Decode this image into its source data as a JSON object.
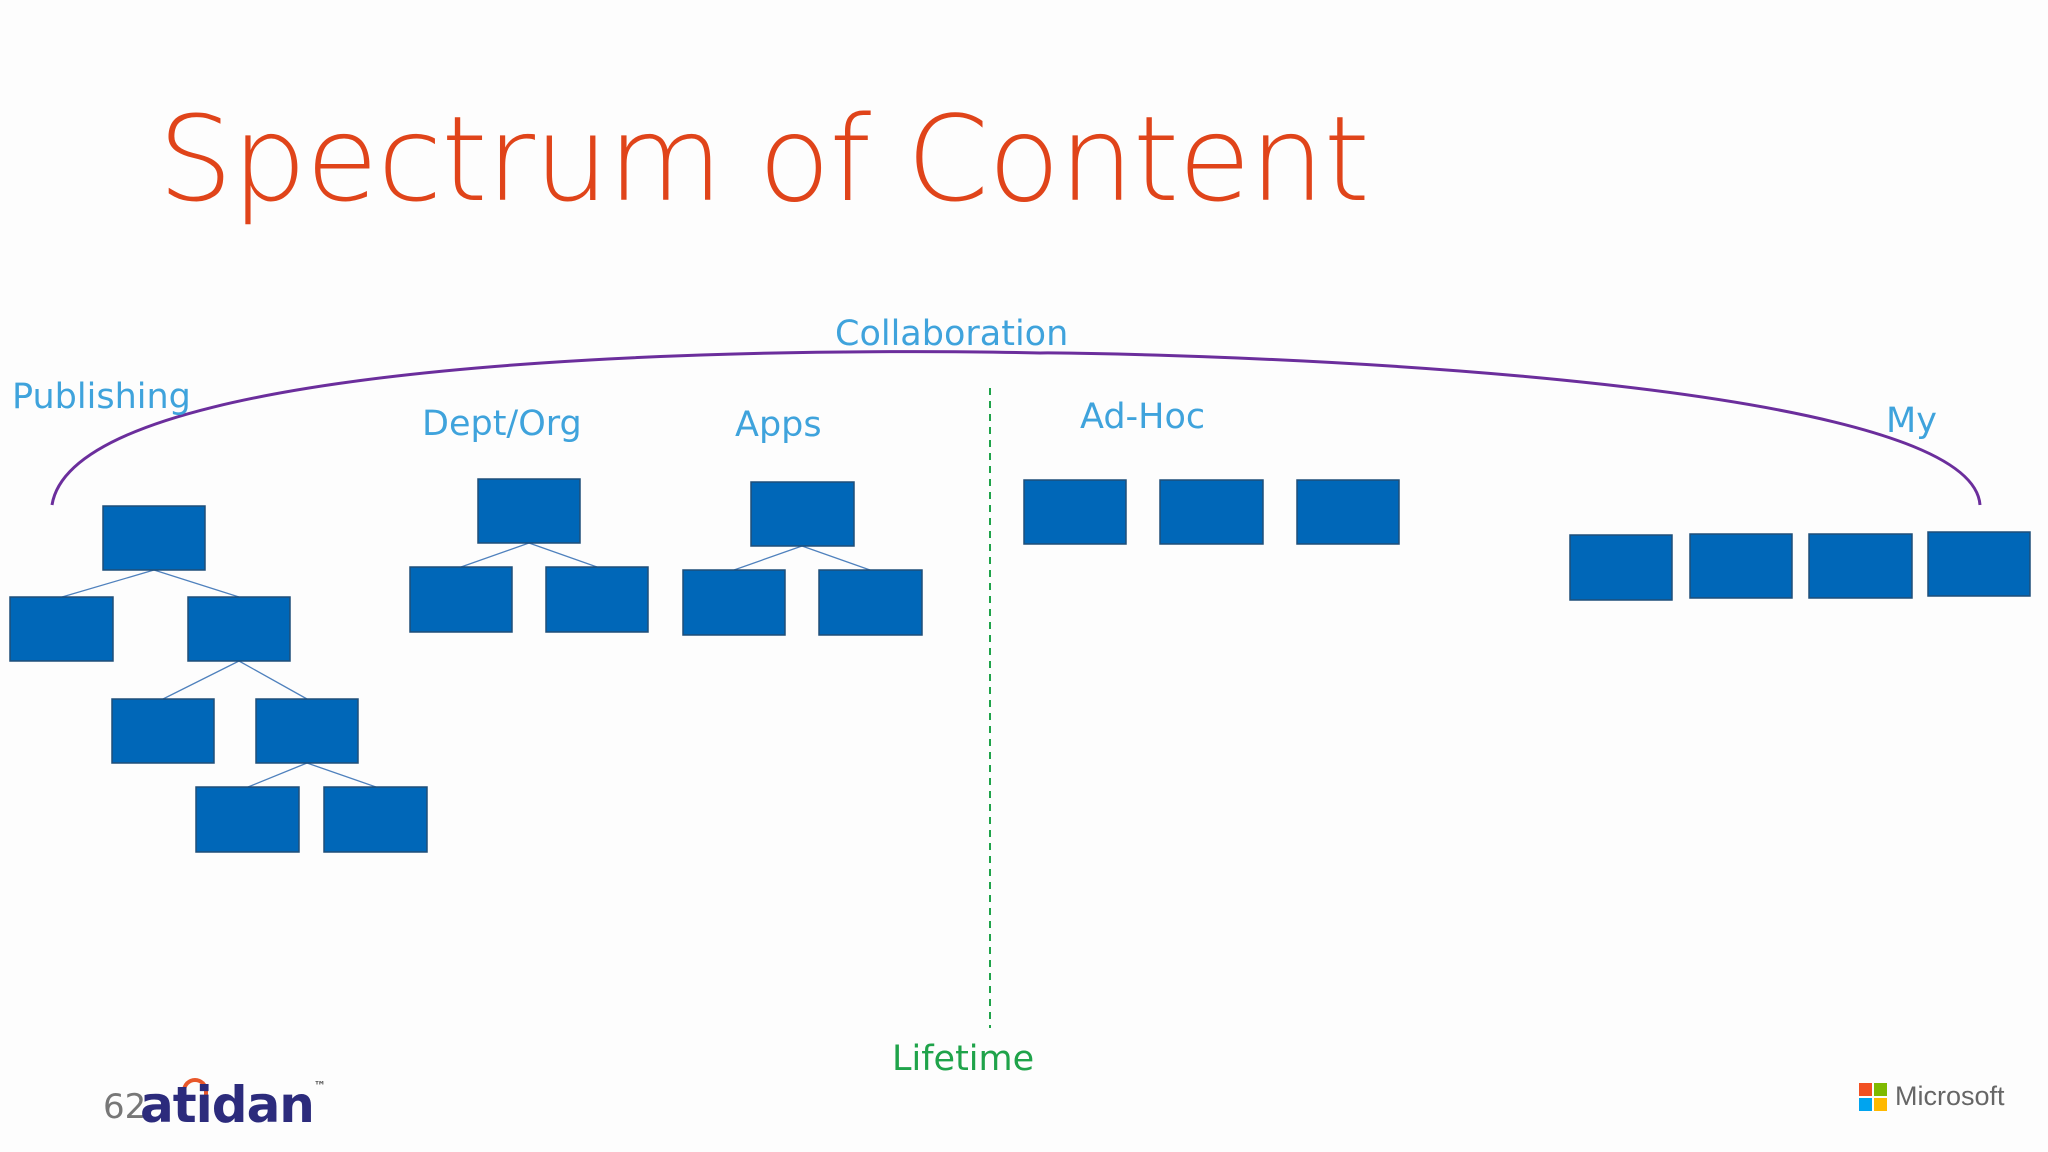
{
  "slide": {
    "title": "Spectrum of Content",
    "number": "62"
  },
  "labels": {
    "collaboration": "Collaboration",
    "publishing": "Publishing",
    "dept_org": "Dept/Org",
    "apps": "Apps",
    "ad_hoc": "Ad-Hoc",
    "my": "My",
    "lifetime": "Lifetime"
  },
  "logos": {
    "atidan": "atidan",
    "microsoft": "Microsoft"
  },
  "colors": {
    "title": "#e0441a",
    "label": "#3fa3dc",
    "lifetime": "#1fa34a",
    "arc": "#6b2e9c",
    "box_fill": "#0067b8",
    "box_stroke": "#1f4e79",
    "connector": "#4f81bd"
  }
}
